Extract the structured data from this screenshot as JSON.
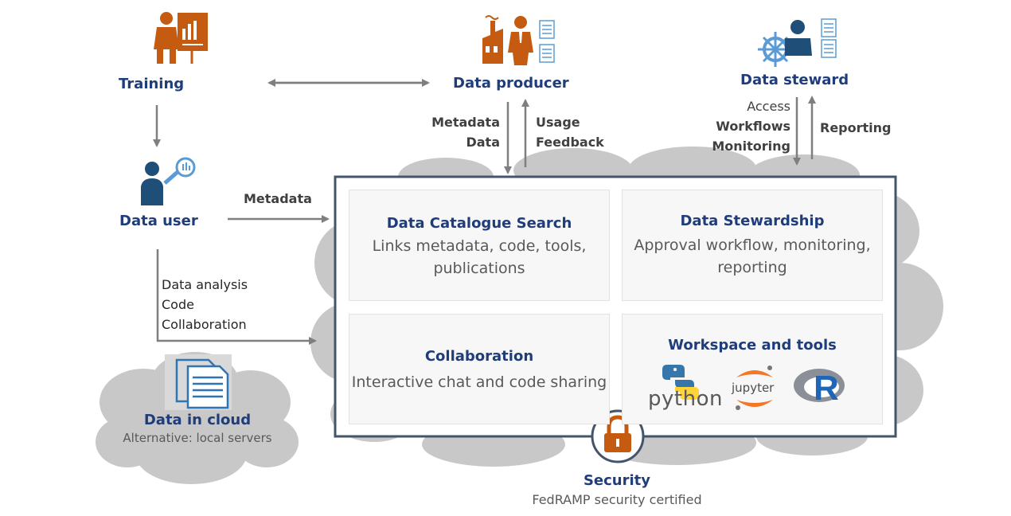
{
  "roles": {
    "training": "Training",
    "data_producer": "Data producer",
    "data_steward": "Data steward",
    "data_user": "Data user"
  },
  "flows": {
    "producer_in": [
      "Metadata",
      "Data"
    ],
    "producer_out": [
      "Usage",
      "Feedback"
    ],
    "steward_in": [
      "Access",
      "Workflows",
      "Monitoring"
    ],
    "steward_out": "Reporting",
    "user_metadata": "Metadata",
    "user_work": [
      "Data analysis",
      "Code",
      "Collaboration"
    ]
  },
  "panels": {
    "catalogue": {
      "title": "Data Catalogue Search",
      "desc": "Links metadata, code, tools, publications"
    },
    "stewardship": {
      "title": "Data Stewardship",
      "desc": "Approval workflow, monitoring, reporting"
    },
    "collaboration": {
      "title": "Collaboration",
      "desc": "Interactive chat and code sharing"
    },
    "workspace": {
      "title": "Workspace and tools",
      "tools": [
        "python",
        "jupyter",
        "R"
      ]
    }
  },
  "data_cloud": {
    "title": "Data in cloud",
    "subtitle": "Alternative: local servers"
  },
  "security": {
    "title": "Security",
    "subtitle": "FedRAMP security certified"
  },
  "colors": {
    "title_blue": "#1f3d7a",
    "icon_orange": "#c55a11",
    "icon_blue": "#1f4e79",
    "icon_light_blue": "#5b9bd5",
    "cloud_gray": "#c8c8c8",
    "arrow_gray": "#7f7f7f"
  },
  "icons": [
    "presenter-icon",
    "factory-worker-icon",
    "document-icon",
    "ship-wheel-person-icon",
    "magnifier-person-icon",
    "file-document-icon",
    "lock-icon",
    "python-logo",
    "jupyter-logo",
    "r-logo"
  ]
}
